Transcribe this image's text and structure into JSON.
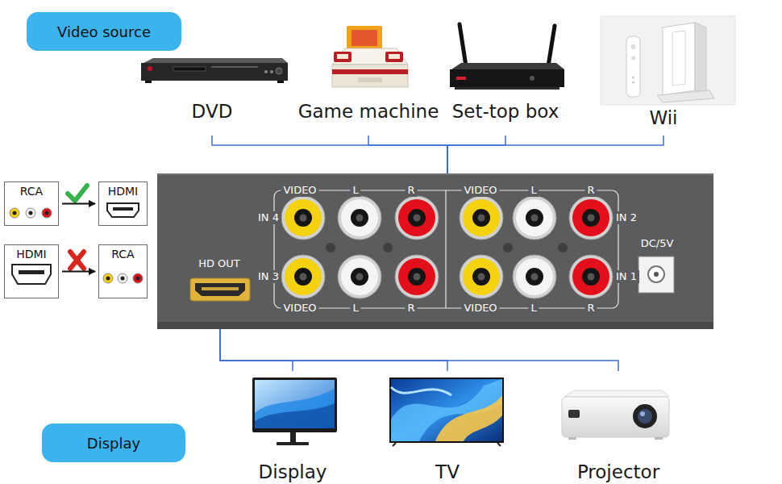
{
  "diagram": {
    "nodes": [
      {
        "text": [
          "Video source"
        ]
      },
      {
        "text": [
          "DVD"
        ]
      },
      {
        "text": [
          "Game machine"
        ]
      },
      {
        "text": [
          "Set-top box"
        ]
      },
      {
        "text": [
          "Wii"
        ]
      },
      {
        "text": [
          "VIDEO",
          "L",
          "R",
          "VIDEO",
          "L",
          "R",
          "IN 4",
          "IN 2",
          "DC/5V",
          "HD OUT",
          "IN 3",
          "IN 1",
          "VIDEO",
          "L",
          "R",
          "VIDEO",
          "L",
          "R"
        ]
      },
      {
        "text": [
          "RCA"
        ]
      },
      {
        "text": [
          "HDMI"
        ]
      },
      {
        "text": [
          "HDMI"
        ]
      },
      {
        "text": [
          "RCA"
        ]
      },
      {
        "text": [
          "Display"
        ]
      },
      {
        "text": [
          "TV"
        ]
      },
      {
        "text": [
          "Projector"
        ]
      },
      {
        "text": [
          "Display"
        ]
      }
    ],
    "edges": [
      {
        "from": 1,
        "to": 5,
        "arrow": "none"
      },
      {
        "from": 2,
        "to": 5,
        "arrow": "none"
      },
      {
        "from": 3,
        "to": 5,
        "arrow": "none"
      },
      {
        "from": 4,
        "to": 5,
        "arrow": "none"
      },
      {
        "from": 5,
        "to": 10,
        "arrow": "none"
      },
      {
        "from": 5,
        "to": 11,
        "arrow": "none"
      },
      {
        "from": 5,
        "to": 12,
        "arrow": "none"
      },
      {
        "from": 6,
        "to": 7,
        "arrow": "to"
      },
      {
        "from": 8,
        "to": 9,
        "arrow": "to"
      }
    ]
  }
}
